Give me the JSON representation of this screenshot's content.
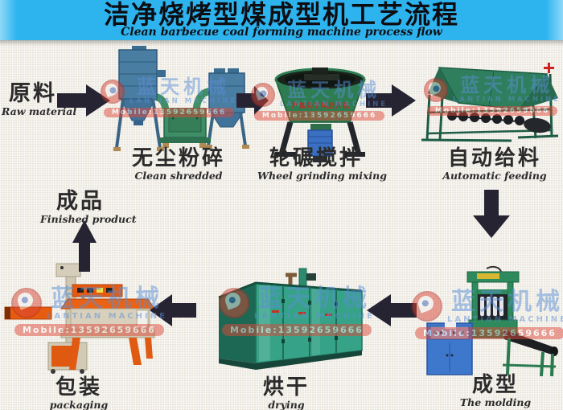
{
  "header": {
    "title": "洁净烧烤型煤成型机工艺流程",
    "subtitle": "Clean barbecue coal forming machine process flow"
  },
  "watermark": {
    "brand_cn": "蓝天机械",
    "brand_en": "LANTIAN MACHINE",
    "mobile_label": "Mobile:",
    "phone": "13592659666"
  },
  "stages": {
    "raw_material": {
      "cn": "原料",
      "en": "Raw material"
    },
    "crushing": {
      "cn": "无尘粉碎",
      "en": "Clean shredded"
    },
    "mixing": {
      "cn": "轮碾搅拌",
      "en": "Wheel grinding mixing",
      "pan_warning": "严禁先下料后开机"
    },
    "feeding": {
      "cn": "自动给料",
      "en": "Automatic feeding"
    },
    "molding": {
      "cn": "成型",
      "en": "The molding"
    },
    "drying": {
      "cn": "烘干",
      "en": "drying"
    },
    "packaging": {
      "cn": "包装",
      "en": "packaging"
    },
    "finished_product": {
      "cn": "成品",
      "en": "Finished product"
    }
  },
  "colors": {
    "header_bg": "#2db4ef",
    "header_text": "#0d0d12",
    "canvas_bg": "#f2efe8",
    "arrow": "#262433",
    "label_text": "#2b2b2b",
    "watermark_blue": "#5b8fd6",
    "watermark_red": "#d84436",
    "machine_green": "#2f7f5e",
    "drying_teal": "#36a287",
    "collector_blue": "#4a7da2",
    "cabinet_blue": "#3e78cc",
    "packaging_orange": "#e55a10"
  }
}
